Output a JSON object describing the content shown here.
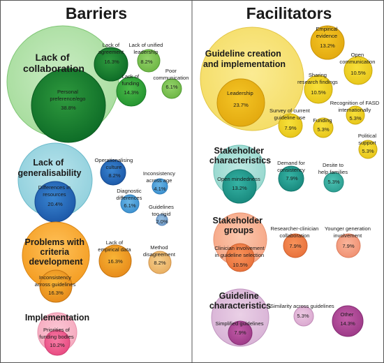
{
  "panels": [
    {
      "id": "barriers",
      "title": "Barriers",
      "groups": [
        {
          "id": "collaboration",
          "label_lines": [
            "Lack of",
            "collaboration"
          ],
          "color": "#59b548",
          "items": [
            {
              "id": "personal-preference",
              "label_lines": [
                "Personal",
                "preference/ego"
              ],
              "value": "38.8%"
            },
            {
              "id": "lack-of-agreement",
              "label_lines": [
                "Lack of",
                "agreement"
              ],
              "value": "16.3%"
            },
            {
              "id": "lack-of-unified-leadership",
              "label_lines": [
                "Lack of unified",
                "leadership"
              ],
              "value": "8.2%"
            },
            {
              "id": "lack-of-funding",
              "label_lines": [
                "Lack of",
                "funding"
              ],
              "value": "14.3%"
            },
            {
              "id": "poor-communication",
              "label_lines": [
                "Poor",
                "communication"
              ],
              "value": "6.1%"
            }
          ]
        },
        {
          "id": "generalisability",
          "label_lines": [
            "Lack of",
            "generalisability"
          ],
          "color": "#2f8ec8",
          "items": [
            {
              "id": "differences-in-resources",
              "label_lines": [
                "Differences in",
                "resources"
              ],
              "value": "20.4%"
            },
            {
              "id": "operationalising-culture",
              "label_lines": [
                "Operationalising",
                "culture"
              ],
              "value": "8.2%"
            },
            {
              "id": "inconsistency-across-age",
              "label_lines": [
                "Inconsistency",
                "across age"
              ],
              "value": "4.1%"
            },
            {
              "id": "diagnostic-differences",
              "label_lines": [
                "Diagnostic",
                "differences"
              ],
              "value": "6.1%"
            },
            {
              "id": "guidelines-too-rigid",
              "label_lines": [
                "Guidelines",
                "too rigid"
              ],
              "value": "2.0%"
            }
          ]
        },
        {
          "id": "criteria-development",
          "label_lines": [
            "Problems with",
            "criteria",
            "development"
          ],
          "color": "#f39a1e",
          "items": [
            {
              "id": "inconsistency-across-guidelines",
              "label_lines": [
                "Inconsistency",
                "across guidelines"
              ],
              "value": "16.3%"
            },
            {
              "id": "lack-of-empirical-data",
              "label_lines": [
                "Lack of",
                "empirical data"
              ],
              "value": "16.3%"
            },
            {
              "id": "method-disagreement",
              "label_lines": [
                "Method",
                "disagreement"
              ],
              "value": "8.2%"
            }
          ]
        },
        {
          "id": "implementation",
          "label_lines": [
            "Implementation"
          ],
          "color": "#ee5a8e",
          "items": [
            {
              "id": "priorities-of-funding-bodies",
              "label_lines": [
                "Priorities of",
                "funding bodies"
              ],
              "value": "10.2%"
            }
          ]
        }
      ]
    },
    {
      "id": "facilitators",
      "title": "Facilitators",
      "groups": [
        {
          "id": "guideline-creation",
          "label_lines": [
            "Guideline creation",
            "and implementation"
          ],
          "color": "#f2cf1c",
          "items": [
            {
              "id": "leadership",
              "label_lines": [
                "Leadership"
              ],
              "value": "23.7%"
            },
            {
              "id": "empirical-evidence",
              "label_lines": [
                "Empirical",
                "evidence"
              ],
              "value": "13.2%"
            },
            {
              "id": "open-communication",
              "label_lines": [
                "Open",
                "communication"
              ],
              "value": "10.5%"
            },
            {
              "id": "sharing-research-findings",
              "label_lines": [
                "Sharing",
                "research findings"
              ],
              "value": "10.5%"
            },
            {
              "id": "survey-of-current-guideline-use",
              "label_lines": [
                "Survey of current",
                "guideline use"
              ],
              "value": "7.9%"
            },
            {
              "id": "funding",
              "label_lines": [
                "Funding"
              ],
              "value": "5.3%"
            },
            {
              "id": "recognition-of-fasd",
              "label_lines": [
                "Recognition of FASD",
                "internationally"
              ],
              "value": "5.3%"
            },
            {
              "id": "political-support",
              "label_lines": [
                "Political",
                "support"
              ],
              "value": "5.3%"
            }
          ]
        },
        {
          "id": "stakeholder-characteristics",
          "label_lines": [
            "Stakeholder",
            "characteristics"
          ],
          "color": "#2fb4a7",
          "items": [
            {
              "id": "open-mindedness",
              "label_lines": [
                "Open mindedness"
              ],
              "value": "13.2%"
            },
            {
              "id": "demand-for-consistency",
              "label_lines": [
                "Demand for",
                "consistency"
              ],
              "value": "7.9%"
            },
            {
              "id": "desire-to-help-families",
              "label_lines": [
                "Desite to",
                "help families"
              ],
              "value": "5.3%"
            }
          ]
        },
        {
          "id": "stakeholder-groups",
          "label_lines": [
            "Stakeholder",
            "groups"
          ],
          "color": "#f48a5e",
          "items": [
            {
              "id": "clinician-involvement",
              "label_lines": [
                "Clinician involvement",
                "in guideline selection"
              ],
              "value": "10.5%"
            },
            {
              "id": "researcher-clinician-collaboration",
              "label_lines": [
                "Researcher-clinician",
                "collaboration"
              ],
              "value": "7.9%"
            },
            {
              "id": "younger-generation-involvement",
              "label_lines": [
                "Younger generation",
                "involvement"
              ],
              "value": "7.9%"
            }
          ]
        },
        {
          "id": "guideline-characteristics",
          "label_lines": [
            "Guideline",
            "characteristics"
          ],
          "color": "#c04f9d",
          "items": [
            {
              "id": "simplified-guidelines",
              "label_lines": [
                "Simplified guidelines"
              ],
              "value": "7.9%"
            },
            {
              "id": "similarity-across-guidelines",
              "label_lines": [
                "Similarity across guidelines"
              ],
              "value": "5.3%"
            },
            {
              "id": "other",
              "label_lines": [
                "Other"
              ],
              "value": "14.3%"
            }
          ]
        }
      ]
    }
  ]
}
